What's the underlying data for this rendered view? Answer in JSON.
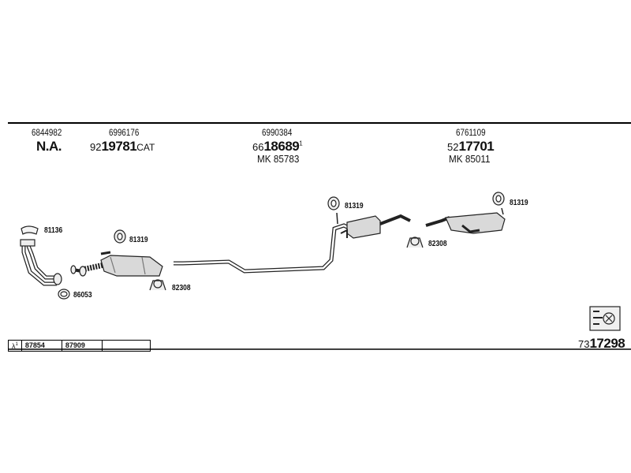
{
  "columns": [
    {
      "code": "6844982",
      "main": "N.A."
    },
    {
      "code": "6996176",
      "prefix": "92",
      "main": "19781",
      "suffix": "CAT"
    },
    {
      "code": "6990384",
      "prefix": "66",
      "main": "18689",
      "superscript": "1",
      "mk_label": "MK",
      "mk_value": "85783"
    },
    {
      "code": "6761109",
      "prefix": "52",
      "main": "17701",
      "mk_label": "MK",
      "mk_value": "85011"
    }
  ],
  "parts": {
    "ref_81136": "81136",
    "ref_86053": "86053",
    "ref_81319_a": "81319",
    "ref_82308_a": "82308",
    "ref_81319_b": "81319",
    "ref_82308_b": "82308",
    "ref_81319_c": "81319"
  },
  "lambda_table": {
    "symbol": "λ",
    "superscript": "1",
    "values": [
      "87854",
      "87909",
      ""
    ]
  },
  "catalog": {
    "prefix": "73",
    "main": "17298"
  }
}
